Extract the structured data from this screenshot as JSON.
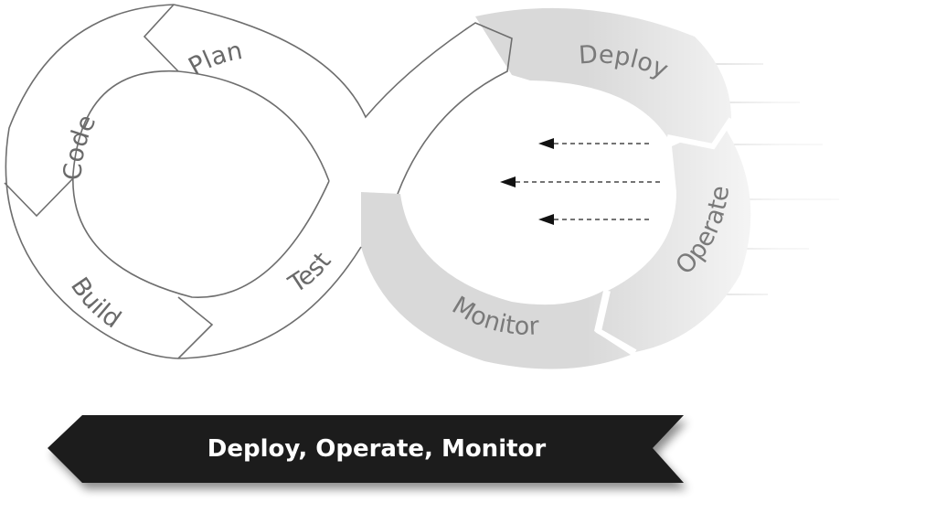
{
  "left_loop": {
    "plan": "Plan",
    "code": "Code",
    "build": "Build",
    "test": "Test"
  },
  "right_loop": {
    "deploy": "Deploy",
    "operate": "Operate",
    "monitor": "Monitor"
  },
  "banner": {
    "text": "Deploy, Operate, Monitor"
  },
  "colors": {
    "outline": "#6e6e6e",
    "highlight_fill": "#d9d9d9",
    "banner_fill": "#1c1c1c",
    "banner_text": "#ffffff"
  }
}
